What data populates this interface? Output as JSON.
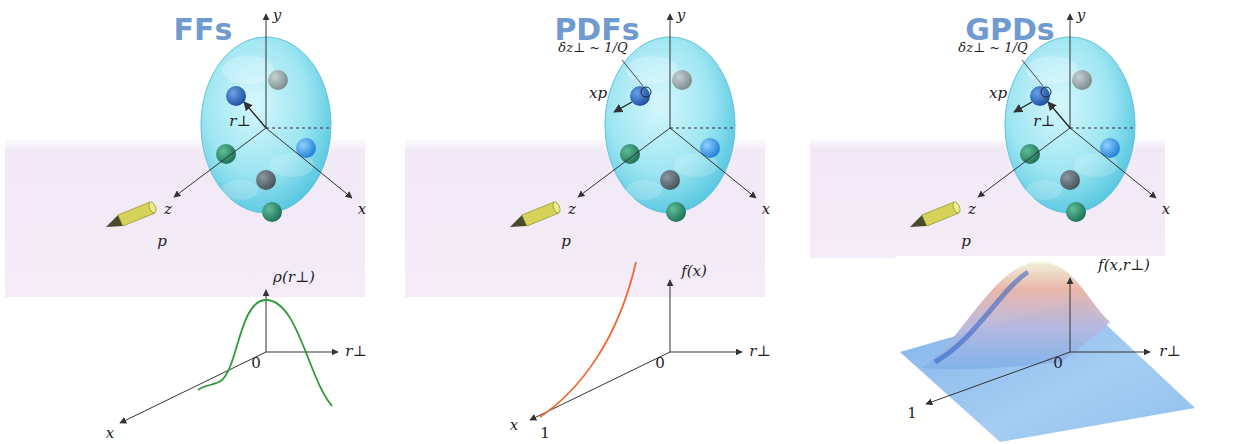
{
  "diagram": {
    "labels": [
      "FFs",
      "y",
      "r⊥",
      "z",
      "x",
      "p",
      "ρ(r⊥)",
      "0",
      "r⊥",
      "x",
      "PDFs",
      "y",
      "δz⊥ ~ 1/Q",
      "xp",
      "z",
      "x",
      "p",
      "f(x)",
      "0",
      "r⊥",
      "x",
      "1",
      "GPDs",
      "y",
      "δz⊥ ~ 1/Q",
      "xp",
      "r⊥",
      "z",
      "x",
      "p",
      "f(x,r⊥)",
      "0",
      "r⊥",
      "1"
    ]
  }
}
